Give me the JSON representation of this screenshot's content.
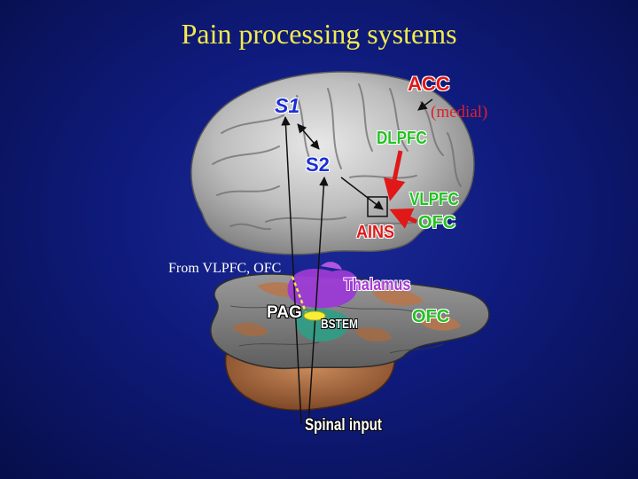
{
  "title": "Pain processing systems",
  "labels": {
    "acc": "ACC",
    "medial": "(medial)",
    "s1": "S1",
    "s2": "S2",
    "dlpfc": "DLPFC",
    "vlpfc": "VLPFC",
    "ofc_upper": "OFC",
    "ains": "AINS",
    "from_vlpfc": "From VLPFC, OFC",
    "thalamus": "Thalamus",
    "pag": "PAG",
    "bstem": "BSTEM",
    "ofc_lower": "OFC",
    "spinal": "Spinal input"
  },
  "colors": {
    "title": "#f2ea4e",
    "red_label": "#e01818",
    "blue_label": "#1a2fd6",
    "green_label": "#22c222",
    "purple_label": "#a53ad6"
  }
}
